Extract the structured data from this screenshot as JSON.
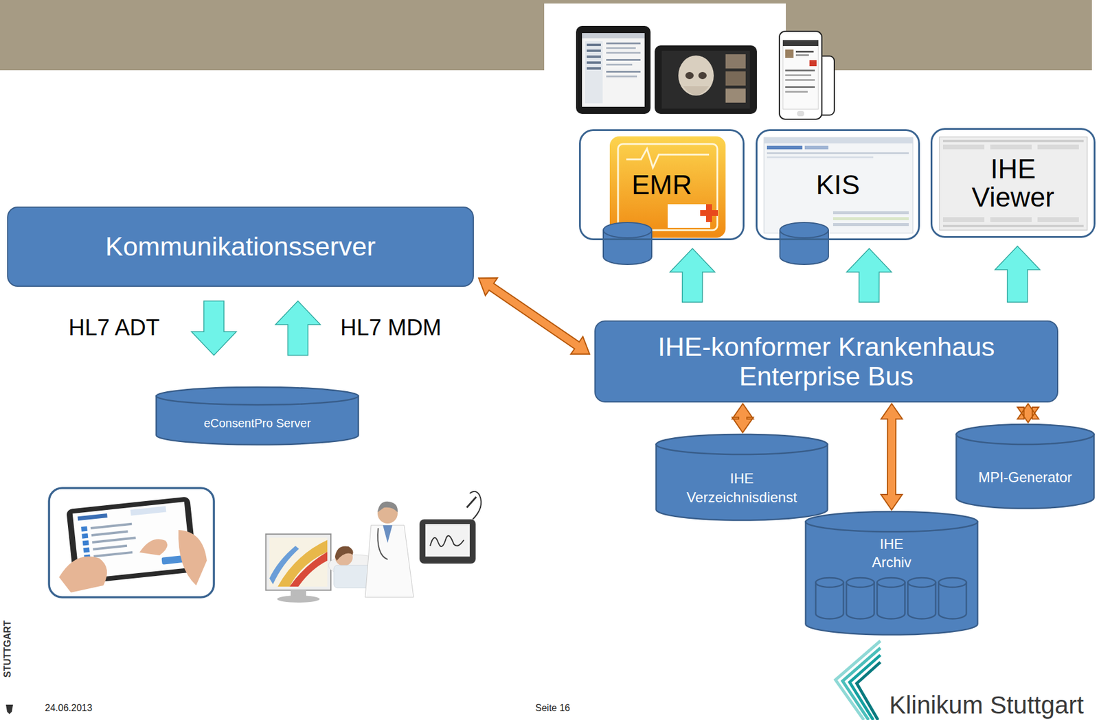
{
  "diagram": {
    "nodes": [
      {
        "text": [
          "Kommunikationsserver"
        ]
      },
      {
        "text": [
          "eConsentPro Server"
        ]
      },
      {
        "text": [
          "EMR"
        ]
      },
      {
        "text": [
          "KIS"
        ]
      },
      {
        "text": [
          "IHE Viewer"
        ]
      },
      {
        "text": [
          "IHE-konformer Krankenhaus Enterprise Bus"
        ]
      },
      {
        "text": [
          "IHE Verzeichnisdienst"
        ]
      },
      {
        "text": [
          "IHE Archiv"
        ]
      },
      {
        "text": [
          "MPI-Generator"
        ]
      }
    ],
    "edges": [
      {
        "from": 0,
        "to": 1,
        "label": "HL7 ADT",
        "arrow": "to"
      },
      {
        "from": 1,
        "to": 0,
        "label": "HL7 MDM",
        "arrow": "to"
      },
      {
        "from": 0,
        "to": 5,
        "arrow": "both"
      },
      {
        "from": 5,
        "to": 2,
        "arrow": "to"
      },
      {
        "from": 5,
        "to": 3,
        "arrow": "to"
      },
      {
        "from": 5,
        "to": 4,
        "arrow": "to"
      },
      {
        "from": 5,
        "to": 6,
        "arrow": "both"
      },
      {
        "from": 5,
        "to": 7,
        "arrow": "both"
      },
      {
        "from": 5,
        "to": 8,
        "arrow": "both"
      }
    ],
    "labels": [
      "STUTTGART",
      "24.06.2013",
      "Seite 16",
      "Klinikum Stuttgart"
    ]
  }
}
